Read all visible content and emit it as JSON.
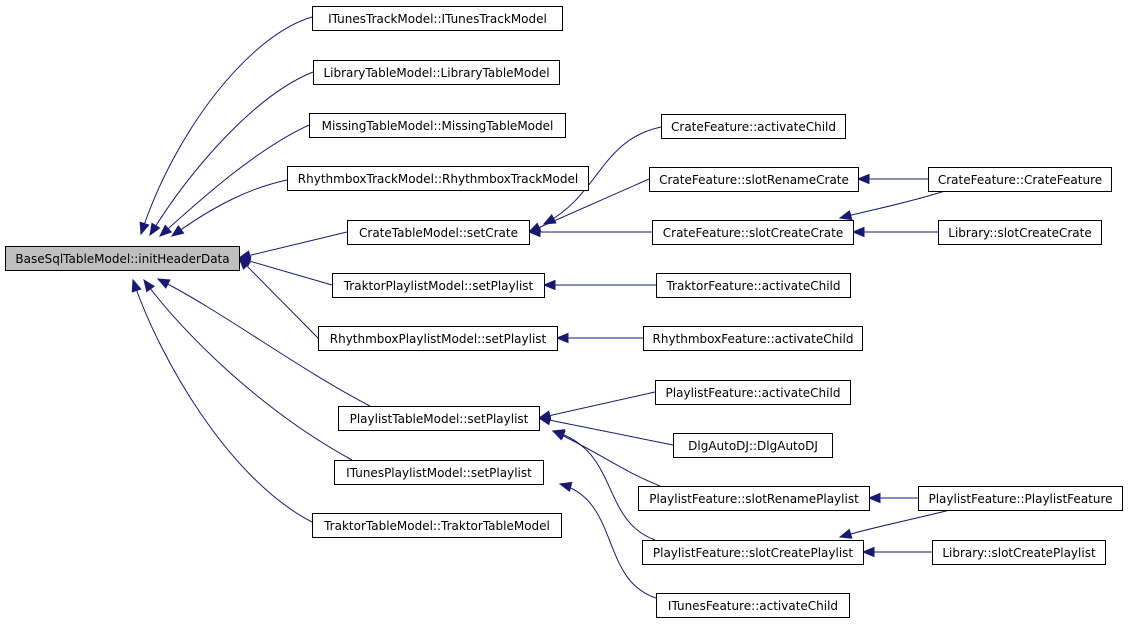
{
  "diagram": {
    "colors": {
      "edge": "#191970",
      "root_fill": "#bfbfbf",
      "node_fill": "#ffffff",
      "node_stroke": "#000000"
    },
    "nodes": [
      {
        "id": "root",
        "label": "BaseSqlTableModel::initHeaderData",
        "root": true
      },
      {
        "id": "itunes_track",
        "label": "ITunesTrackModel::ITunesTrackModel"
      },
      {
        "id": "library_table",
        "label": "LibraryTableModel::LibraryTableModel"
      },
      {
        "id": "missing_table",
        "label": "MissingTableModel::MissingTableModel"
      },
      {
        "id": "rhythmbox_track",
        "label": "RhythmboxTrackModel::RhythmboxTrackModel"
      },
      {
        "id": "crate_set",
        "label": "CrateTableModel::setCrate"
      },
      {
        "id": "traktor_pl",
        "label": "TraktorPlaylistModel::setPlaylist"
      },
      {
        "id": "rhythmbox_pl",
        "label": "RhythmboxPlaylistModel::setPlaylist"
      },
      {
        "id": "playlist_set",
        "label": "PlaylistTableModel::setPlaylist"
      },
      {
        "id": "itunes_pl",
        "label": "ITunesPlaylistModel::setPlaylist"
      },
      {
        "id": "traktor_table",
        "label": "TraktorTableModel::TraktorTableModel"
      },
      {
        "id": "crate_activate",
        "label": "CrateFeature::activateChild"
      },
      {
        "id": "crate_rename",
        "label": "CrateFeature::slotRenameCrate"
      },
      {
        "id": "crate_create",
        "label": "CrateFeature::slotCreateCrate"
      },
      {
        "id": "crate_feature",
        "label": "CrateFeature::CrateFeature"
      },
      {
        "id": "lib_create_crate",
        "label": "Library::slotCreateCrate"
      },
      {
        "id": "traktor_activate",
        "label": "TraktorFeature::activateChild"
      },
      {
        "id": "rhythmbox_activate",
        "label": "RhythmboxFeature::activateChild"
      },
      {
        "id": "playlist_activate",
        "label": "PlaylistFeature::activateChild"
      },
      {
        "id": "dlg_autodj",
        "label": "DlgAutoDJ::DlgAutoDJ"
      },
      {
        "id": "pl_rename",
        "label": "PlaylistFeature::slotRenamePlaylist"
      },
      {
        "id": "pl_create",
        "label": "PlaylistFeature::slotCreatePlaylist"
      },
      {
        "id": "pl_feature",
        "label": "PlaylistFeature::PlaylistFeature"
      },
      {
        "id": "lib_create_pl",
        "label": "Library::slotCreatePlaylist"
      },
      {
        "id": "itunes_activate",
        "label": "ITunesFeature::activateChild"
      }
    ],
    "edges": [
      {
        "from": "itunes_track",
        "to": "root"
      },
      {
        "from": "library_table",
        "to": "root"
      },
      {
        "from": "missing_table",
        "to": "root"
      },
      {
        "from": "rhythmbox_track",
        "to": "root"
      },
      {
        "from": "crate_set",
        "to": "root"
      },
      {
        "from": "traktor_pl",
        "to": "root"
      },
      {
        "from": "rhythmbox_pl",
        "to": "root"
      },
      {
        "from": "playlist_set",
        "to": "root"
      },
      {
        "from": "itunes_pl",
        "to": "root"
      },
      {
        "from": "traktor_table",
        "to": "root"
      },
      {
        "from": "crate_activate",
        "to": "crate_set"
      },
      {
        "from": "crate_rename",
        "to": "crate_set"
      },
      {
        "from": "crate_create",
        "to": "crate_set"
      },
      {
        "from": "crate_feature",
        "to": "crate_rename"
      },
      {
        "from": "crate_feature",
        "to": "crate_create"
      },
      {
        "from": "lib_create_crate",
        "to": "crate_create"
      },
      {
        "from": "traktor_activate",
        "to": "traktor_pl"
      },
      {
        "from": "rhythmbox_activate",
        "to": "rhythmbox_pl"
      },
      {
        "from": "playlist_activate",
        "to": "playlist_set"
      },
      {
        "from": "dlg_autodj",
        "to": "playlist_set"
      },
      {
        "from": "pl_rename",
        "to": "playlist_set"
      },
      {
        "from": "pl_create",
        "to": "playlist_set"
      },
      {
        "from": "pl_feature",
        "to": "pl_rename"
      },
      {
        "from": "pl_feature",
        "to": "pl_create"
      },
      {
        "from": "lib_create_pl",
        "to": "pl_create"
      },
      {
        "from": "itunes_activate",
        "to": "itunes_pl"
      }
    ]
  }
}
